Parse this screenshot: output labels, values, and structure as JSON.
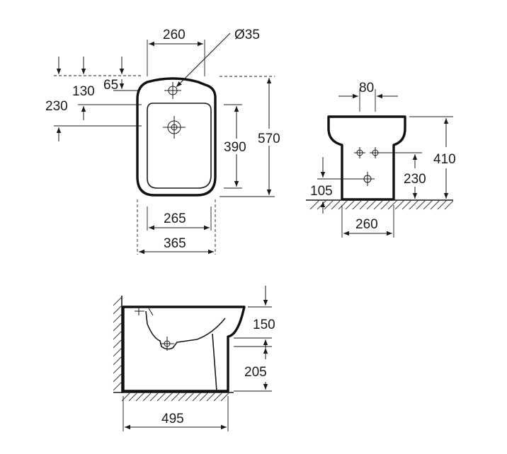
{
  "top_view": {
    "dim_top_width": "260",
    "dim_hole_diameter": "Ø35",
    "dim_65": "65",
    "dim_130": "130",
    "dim_230": "230",
    "dim_390": "390",
    "dim_570": "570",
    "dim_265": "265",
    "dim_365": "365"
  },
  "front_view": {
    "dim_80": "80",
    "dim_410": "410",
    "dim_230": "230",
    "dim_105": "105",
    "dim_260": "260"
  },
  "side_view": {
    "dim_150": "150",
    "dim_205": "205",
    "dim_495": "495"
  }
}
